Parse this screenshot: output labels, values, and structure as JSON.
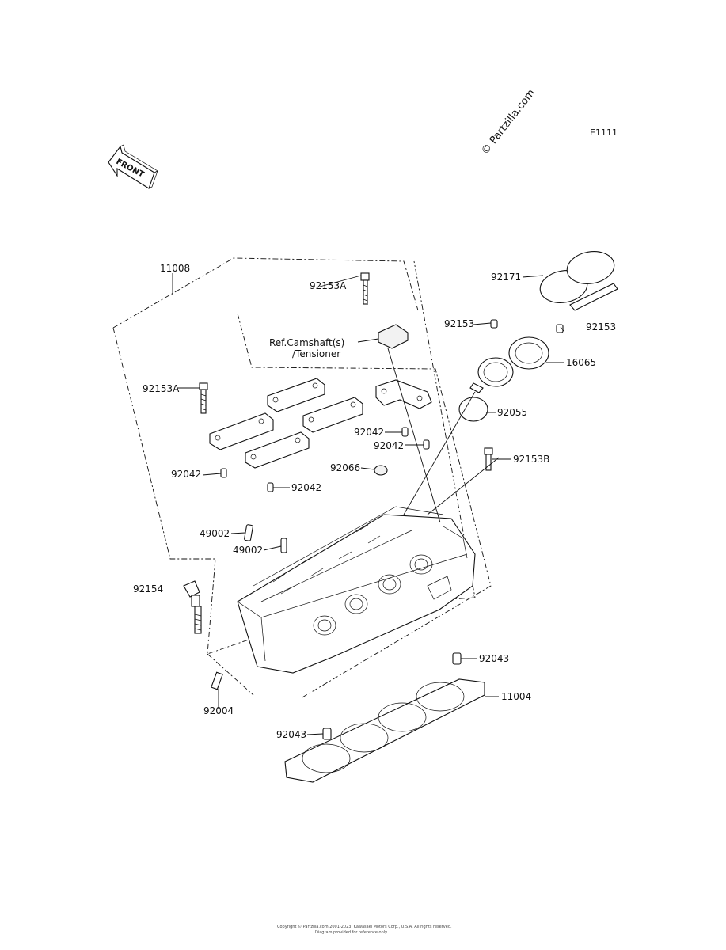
{
  "page": {
    "code": "E1111",
    "watermark": "© Partzilla.com",
    "front_label": "FRONT",
    "footer_line1": "Copyright © Partzilla.com 2001-2023. Kawasaki Motors Corp., U.S.A. All rights reserved.",
    "footer_line2": "Diagram provided for reference only"
  },
  "labels": {
    "p11008": "11008",
    "p92153a_top": "92153A",
    "ref_line1": "Ref.Camshaft(s)",
    "ref_line2": "/Tensioner",
    "p92153a_left": "92153A",
    "p92042_a": "92042",
    "p92042_b": "92042",
    "p92042_c": "92042",
    "p92042_d": "92042",
    "p92066": "92066",
    "p49002_a": "49002",
    "p49002_b": "49002",
    "p92154": "92154",
    "p92004": "92004",
    "p92043_a": "92043",
    "p92043_b": "92043",
    "p11004": "11004",
    "p92171": "92171",
    "p92153_l": "92153",
    "p92153_r": "92153",
    "p16065": "16065",
    "p92055": "92055",
    "p92153b": "92153B"
  },
  "icons": {
    "front_arrow": "front-arrow-icon"
  }
}
